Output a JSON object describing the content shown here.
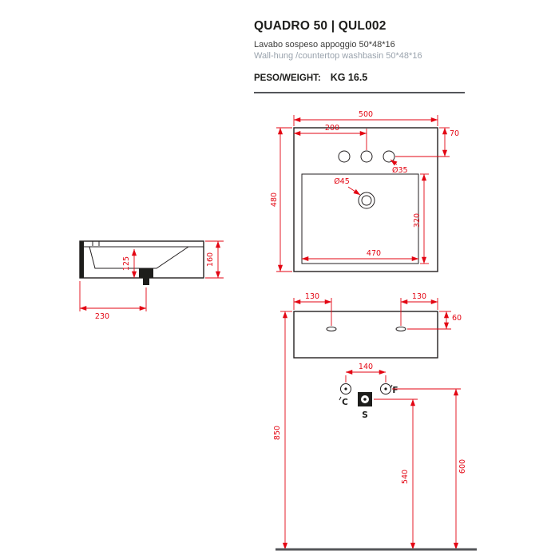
{
  "header": {
    "title": "QUADRO 50 | QUL002",
    "subtitle_it": "Lavabo sospeso appoggio 50*48*16",
    "subtitle_en": "Wall-hung /countertop washbasin 50*48*16",
    "weight_label": "PESO/WEIGHT:",
    "weight_value": "KG 16.5"
  },
  "colors": {
    "dimension_red": "#e30613",
    "line_dark": "#231f20",
    "subtitle_gray": "#9aa3ad",
    "rule_gray": "#54565a"
  },
  "front_view": {
    "total_width": "500",
    "hole_offset": "200",
    "top_to_holes": "70",
    "hole_diameter": "Ø35",
    "drain_diameter": "Ø45",
    "total_height": "480",
    "bowl_height": "320",
    "bowl_width": "470"
  },
  "side_view": {
    "inner_height": "125",
    "total_height": "160",
    "depth_to_drain": "230"
  },
  "bottom_view": {
    "fixing_left": "130",
    "fixing_right": "130",
    "fixing_depth": "60",
    "supply_spacing": "140",
    "cold": "C",
    "hot": "F",
    "waste": "S",
    "mount_height": "850",
    "supply_height": "600",
    "waste_height": "540"
  }
}
